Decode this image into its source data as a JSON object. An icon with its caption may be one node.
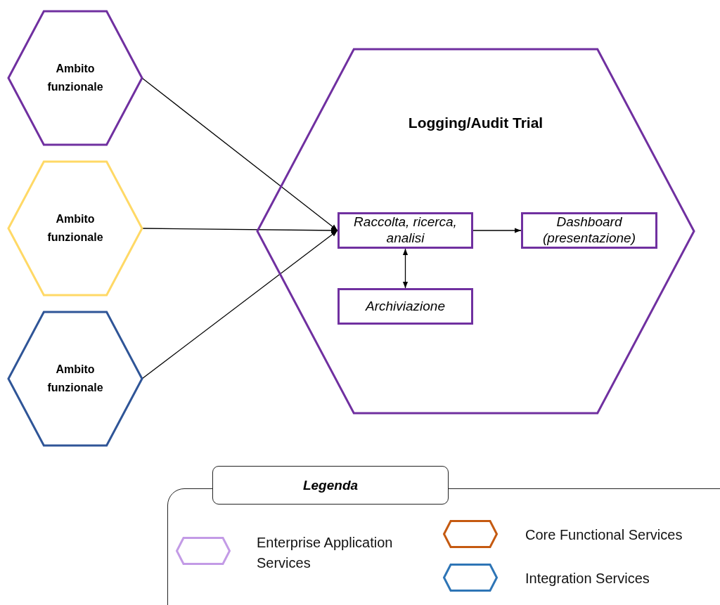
{
  "diagram": {
    "nodes": [
      {
        "text": [
          "Ambito funzionale"
        ]
      },
      {
        "text": [
          "Ambito funzionale"
        ]
      },
      {
        "text": [
          "Ambito funzionale"
        ]
      },
      {
        "text": [
          "Logging/Audit Trial"
        ]
      },
      {
        "text": [
          "Raccolta, ricerca, analisi"
        ],
        "in": 3
      },
      {
        "text": [
          "Dashboard (presentazione)"
        ],
        "in": 3
      },
      {
        "text": [
          "Archiviazione"
        ],
        "in": 3
      }
    ],
    "edges": [
      {
        "from": 0,
        "to": 4,
        "arrow": "to"
      },
      {
        "from": 1,
        "to": 4,
        "arrow": "to"
      },
      {
        "from": 2,
        "to": 4,
        "arrow": "to"
      },
      {
        "from": 4,
        "to": 5,
        "arrow": "to"
      },
      {
        "from": 4,
        "to": 6,
        "arrow": "both"
      }
    ],
    "labels": [
      "Legenda"
    ],
    "legend": [
      {
        "text": "Enterprise Application Services",
        "color": "#c39be6"
      },
      {
        "text": "Core Functional Services",
        "color": "#c55a11"
      },
      {
        "text": "Integration Services",
        "color": "#2e75b6"
      }
    ]
  }
}
